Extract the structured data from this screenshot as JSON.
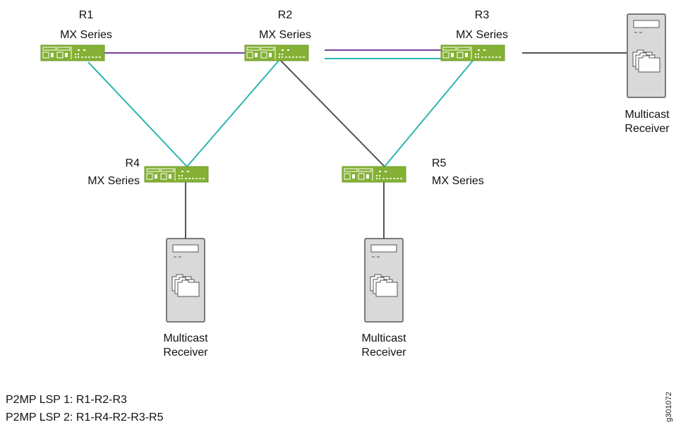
{
  "routers": [
    {
      "name": "R1",
      "series": "MX Series"
    },
    {
      "name": "R2",
      "series": "MX Series"
    },
    {
      "name": "R3",
      "series": "MX Series"
    },
    {
      "name": "R4",
      "series": "MX Series"
    },
    {
      "name": "R5",
      "series": "MX Series"
    }
  ],
  "receivers": [
    {
      "line1": "Multicast",
      "line2": "Receiver"
    },
    {
      "line1": "Multicast",
      "line2": "Receiver"
    },
    {
      "line1": "Multicast",
      "line2": "Receiver"
    }
  ],
  "legend": [
    "P2MP LSP 1: R1-R2-R3",
    "P2MP LSP 2: R1-R4-R2-R3-R5"
  ],
  "figure_id": "g301072",
  "colors": {
    "router_green": "#84b135",
    "lsp1_purple": "#7a3e9d",
    "lsp2_teal": "#2bb5b0",
    "link_gray": "#555555",
    "receiver_gray": "#d9d9d9"
  }
}
